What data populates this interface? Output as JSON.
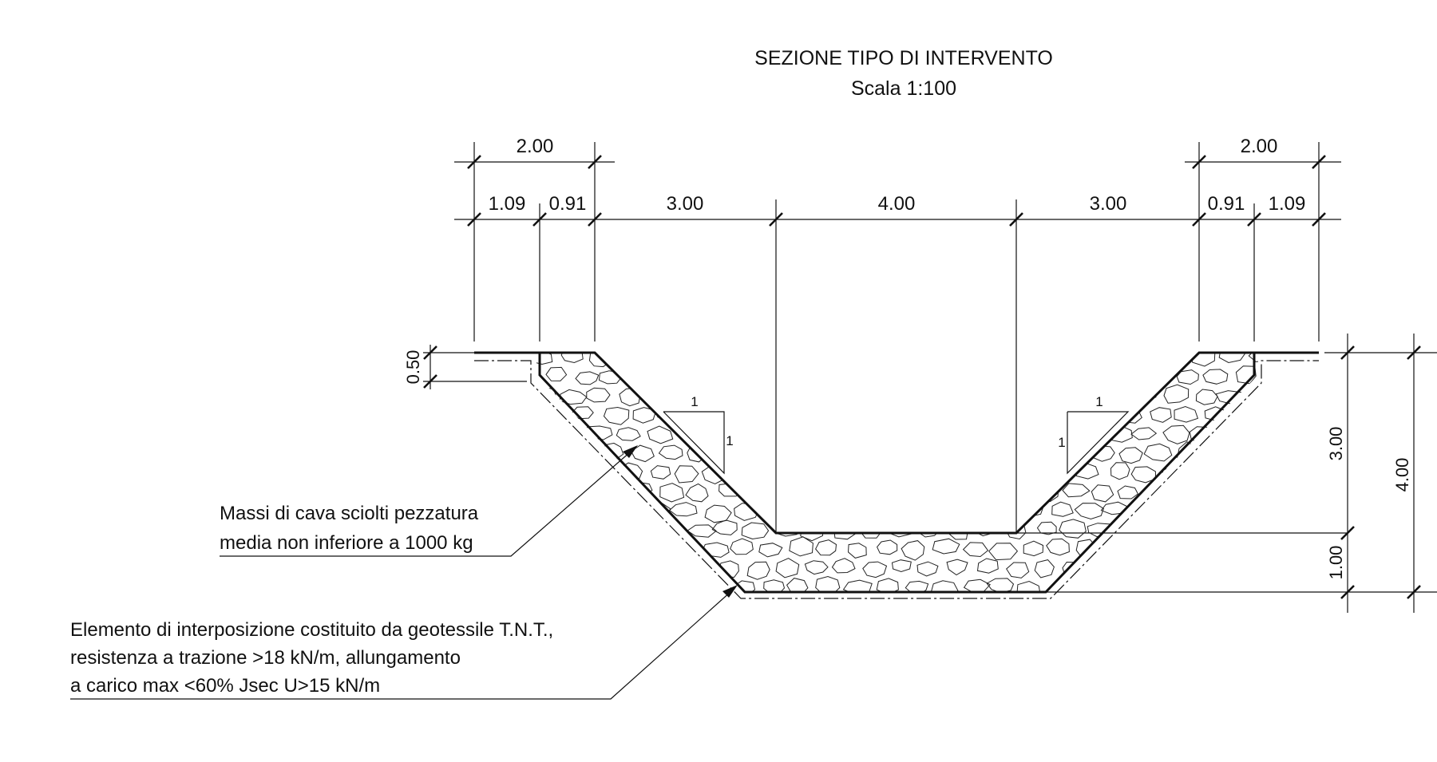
{
  "title": "SEZIONE TIPO DI INTERVENTO",
  "scale": "Scala 1:100",
  "top_dims": {
    "left_total": "2.00",
    "right_total": "2.00",
    "left_a": "1.09",
    "left_b": "0.91",
    "span1": "3.00",
    "span2": "4.00",
    "span3": "3.00",
    "right_b": "0.91",
    "right_a": "1.09"
  },
  "left_dim": "0.50",
  "right_dims": {
    "upper": "3.00",
    "lower": "1.00",
    "total": "4.00"
  },
  "slope_left": {
    "h": "1",
    "v": "1"
  },
  "slope_right": {
    "h": "1",
    "v": "1"
  },
  "notes": {
    "rock_line1": "Massi di cava sciolti pezzatura",
    "rock_line2": "media non inferiore a 1000 kg",
    "geo_line1": "Elemento di interposizione costituito da geotessile T.N.T.,",
    "geo_line2": "resistenza a trazione >18 kN/m, allungamento",
    "geo_line3": "a carico max <60% Jsec U>15 kN/m"
  }
}
